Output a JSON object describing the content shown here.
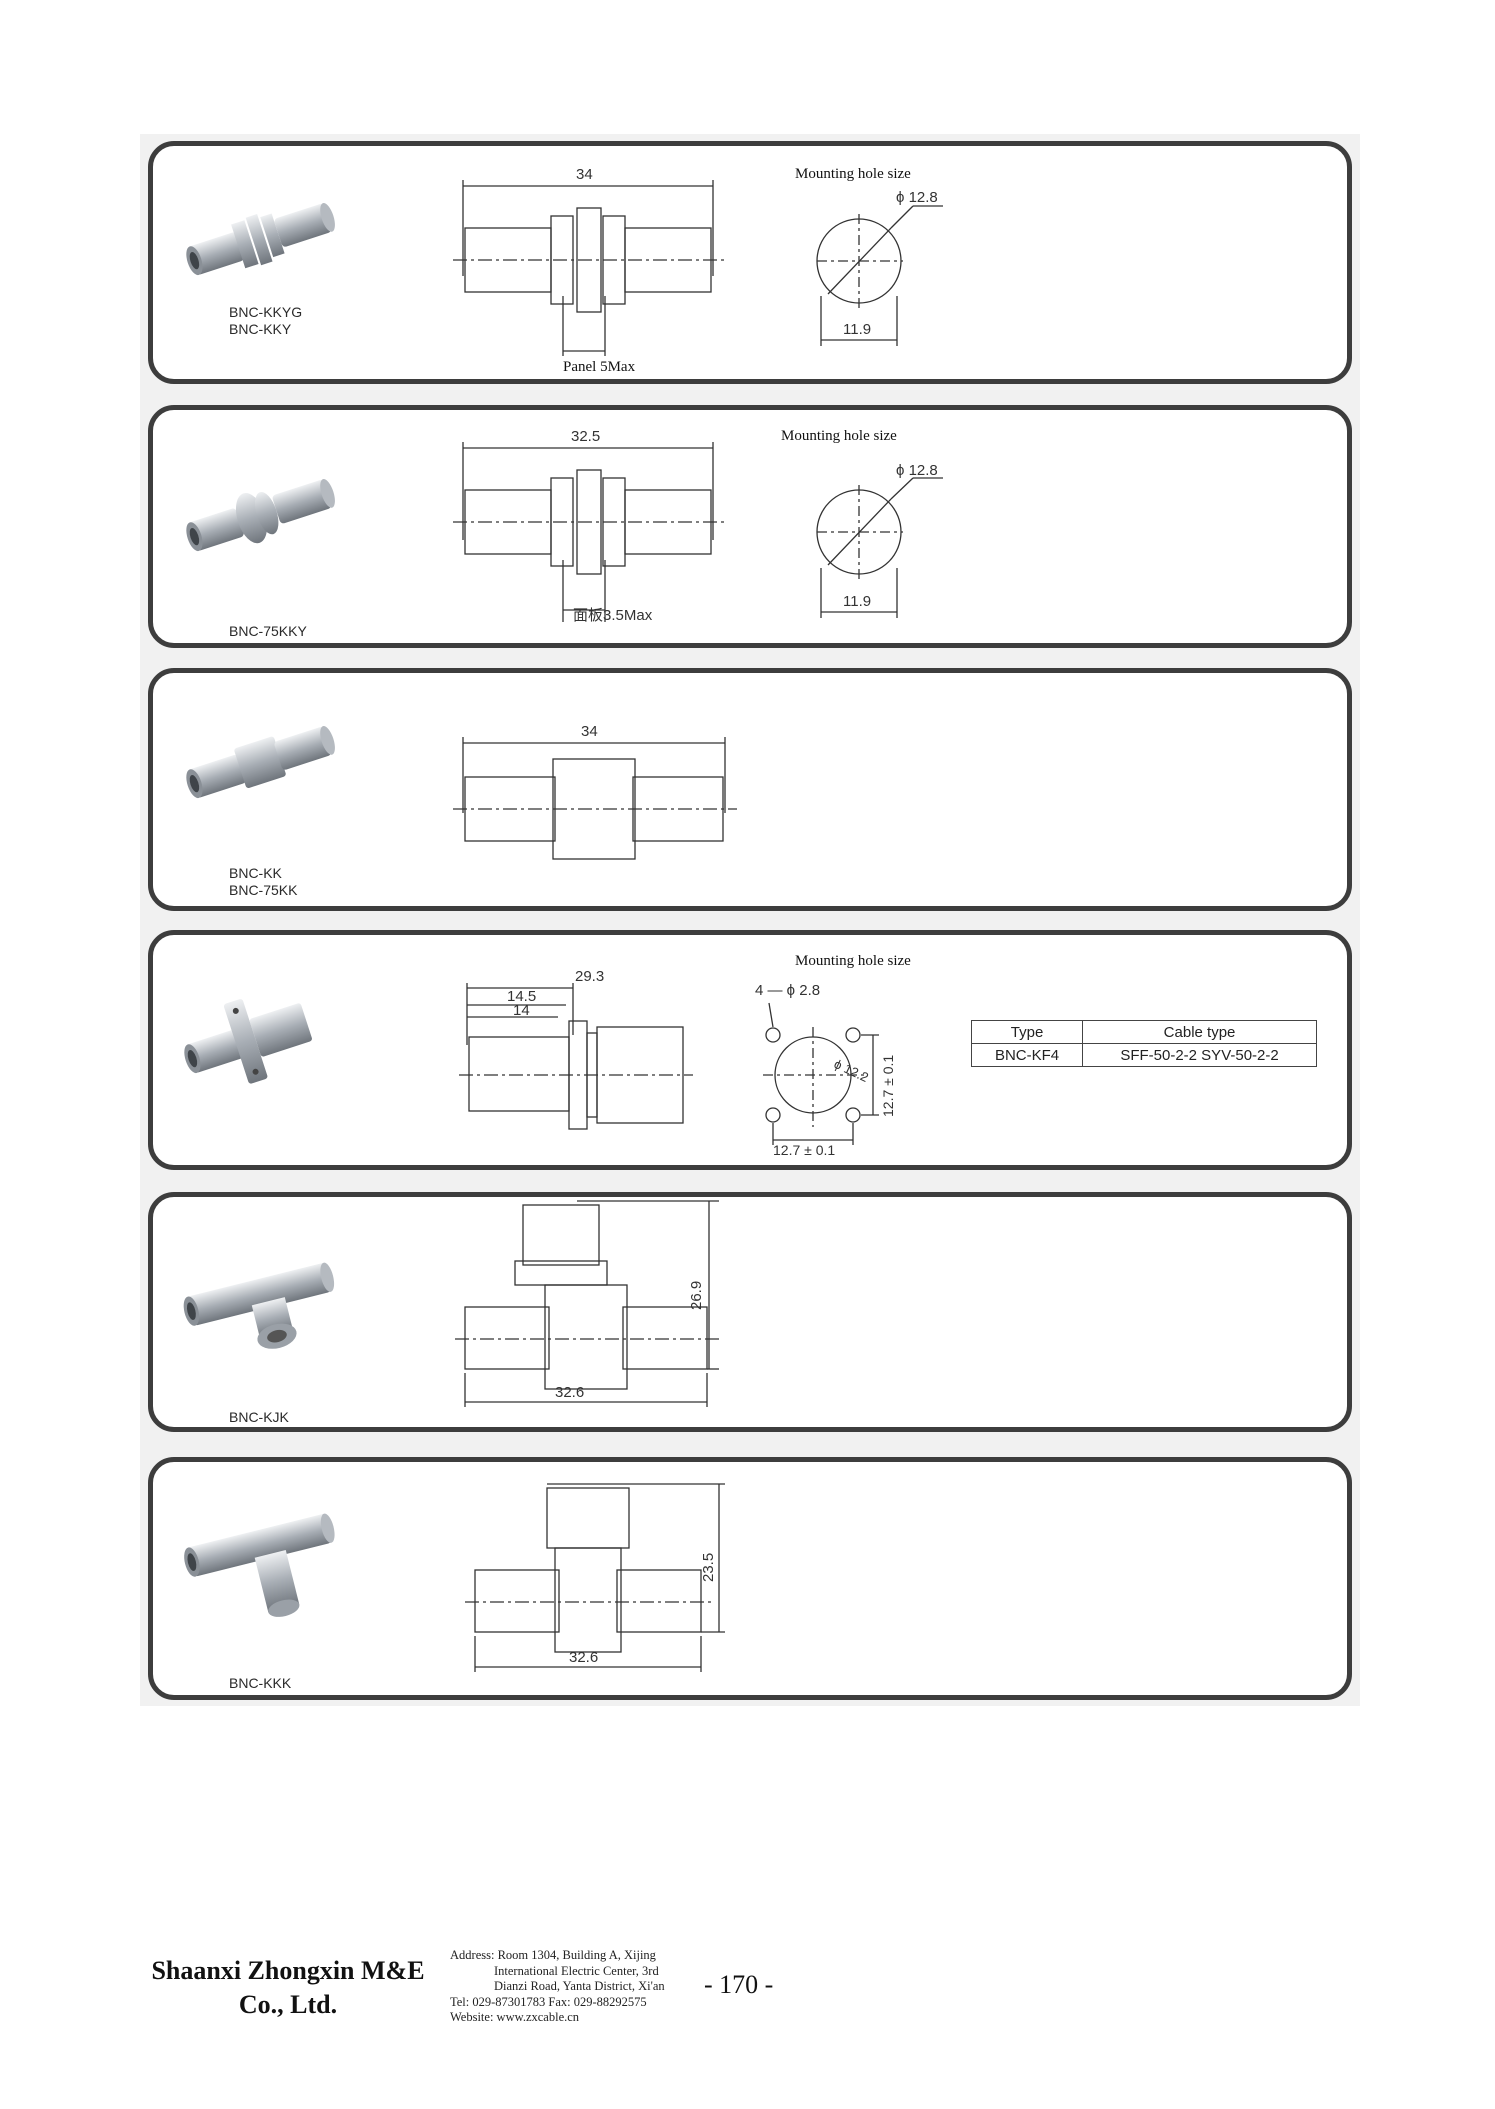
{
  "products": [
    {
      "models": [
        "BNC-KKYG",
        "BNC-KKY"
      ],
      "length_dim": "34",
      "panel_note": "Panel 5Max",
      "hole_title": "Mounting hole size",
      "hole_dia": "ϕ 12.8",
      "hole_flat": "11.9"
    },
    {
      "models": [
        "BNC-75KKY"
      ],
      "length_dim": "32.5",
      "panel_note": "面板3.5Max",
      "hole_title": "Mounting hole size",
      "hole_dia": "ϕ 12.8",
      "hole_flat": "11.9"
    },
    {
      "models": [
        "BNC-KK",
        "BNC-75KK"
      ],
      "length_dim": "34"
    },
    {
      "models": [],
      "length_dim": "29.3",
      "dim_a": "14.5",
      "dim_b": "14",
      "hole_title": "Mounting hole size",
      "hole_spec": "4 — ϕ 2.8",
      "hole_dia": "ϕ 12.2",
      "pitch_v": "12.7 ± 0.1",
      "pitch_h": "12.7 ± 0.1",
      "table": {
        "headers": [
          "Type",
          "Cable type"
        ],
        "row": [
          "BNC-KF4",
          "SFF-50-2-2   SYV-50-2-2"
        ]
      }
    },
    {
      "models": [
        "BNC-KJK"
      ],
      "height_dim": "26.9",
      "length_dim": "32.6"
    },
    {
      "models": [
        "BNC-KKK"
      ],
      "height_dim": "23.5",
      "length_dim": "32.6"
    }
  ],
  "footer": {
    "company_line1": "Shaanxi Zhongxin M&E",
    "company_line2": "Co., Ltd.",
    "address_lines": [
      "Address: Room 1304, Building A, Xijing",
      "International Electric Center, 3rd",
      "Dianzi Road, Yanta District, Xi'an",
      "Tel: 029-87301783   Fax: 029-88292575",
      "Website: www.zxcable.cn"
    ],
    "page_number": "- 170 -"
  },
  "colors": {
    "frame": "#3d3d3d",
    "line": "#333333",
    "metal": "#b9bec4"
  }
}
